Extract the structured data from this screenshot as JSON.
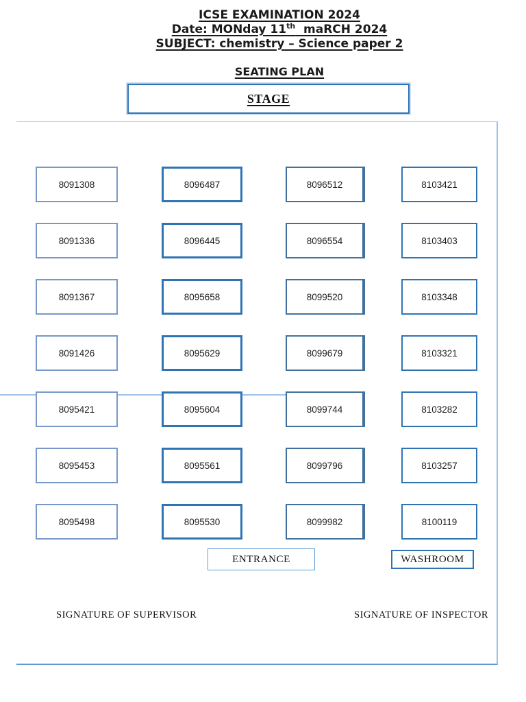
{
  "header": {
    "title": "ICSE EXAMINATION 2024",
    "date_prefix": "Date: MONday 11",
    "date_superscript": "th",
    "date_suffix": "  maRCH 2024",
    "subject": "SUBJECT: chemistry – Science paper 2",
    "seating_plan_label": "SEATING PLAN"
  },
  "stage_label": "STAGE",
  "seats": {
    "rows": [
      [
        "8091308",
        "8096487",
        "8096512",
        "8103421"
      ],
      [
        "8091336",
        "8096445",
        "8096554",
        "8103403"
      ],
      [
        "8091367",
        "8095658",
        "8099520",
        "8103348"
      ],
      [
        "8091426",
        "8095629",
        "8099679",
        "8103321"
      ],
      [
        "8095421",
        "8095604",
        "8099744",
        "8103282"
      ],
      [
        "8095453",
        "8095561",
        "8099796",
        "8103257"
      ],
      [
        "8095498",
        "8095530",
        "8099982",
        "8100119"
      ]
    ]
  },
  "entrance_label": "ENTRANCE",
  "washroom_label": "WASHROOM",
  "signatures": {
    "supervisor": "SIGNATURE OF SUPERVISOR",
    "inspector": "SIGNATURE OF INSPECTOR"
  },
  "colors": {
    "box_border_dark": "#2E74B5",
    "outline_blue": "#9DC3E6",
    "line_blue": "#5B9BD5",
    "text": "#1a1a1a"
  }
}
